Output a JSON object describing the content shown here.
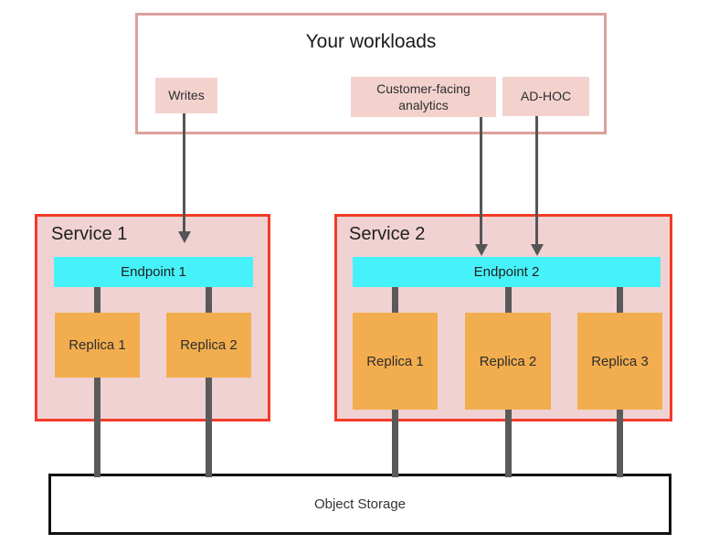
{
  "diagram_title": "Your workloads",
  "workloads": {
    "title": "Your workloads",
    "items": [
      {
        "id": "writes",
        "label": "Writes"
      },
      {
        "id": "customer-facing-analytics",
        "label": "Customer-facing analytics"
      },
      {
        "id": "ad-hoc",
        "label": "AD-HOC"
      }
    ]
  },
  "services": [
    {
      "name": "Service 1",
      "endpoint": "Endpoint 1",
      "replicas": [
        "Replica 1",
        "Replica 2"
      ]
    },
    {
      "name": "Service 2",
      "endpoint": "Endpoint 2",
      "replicas": [
        "Replica 1",
        "Replica 2",
        "Replica 3"
      ]
    }
  ],
  "storage": {
    "label": "Object Storage"
  },
  "colors": {
    "workloads_border": "#dba09c",
    "workload_item_fill": "#f3d2ce",
    "service_border": "#f23b28",
    "service_fill": "#f0d2d2",
    "endpoint_fill": "#46f2f9",
    "replica_fill": "#f2ad4e",
    "connector_gray": "#5a5a5a",
    "arrow_gray": "#555555",
    "storage_border": "#111111"
  }
}
